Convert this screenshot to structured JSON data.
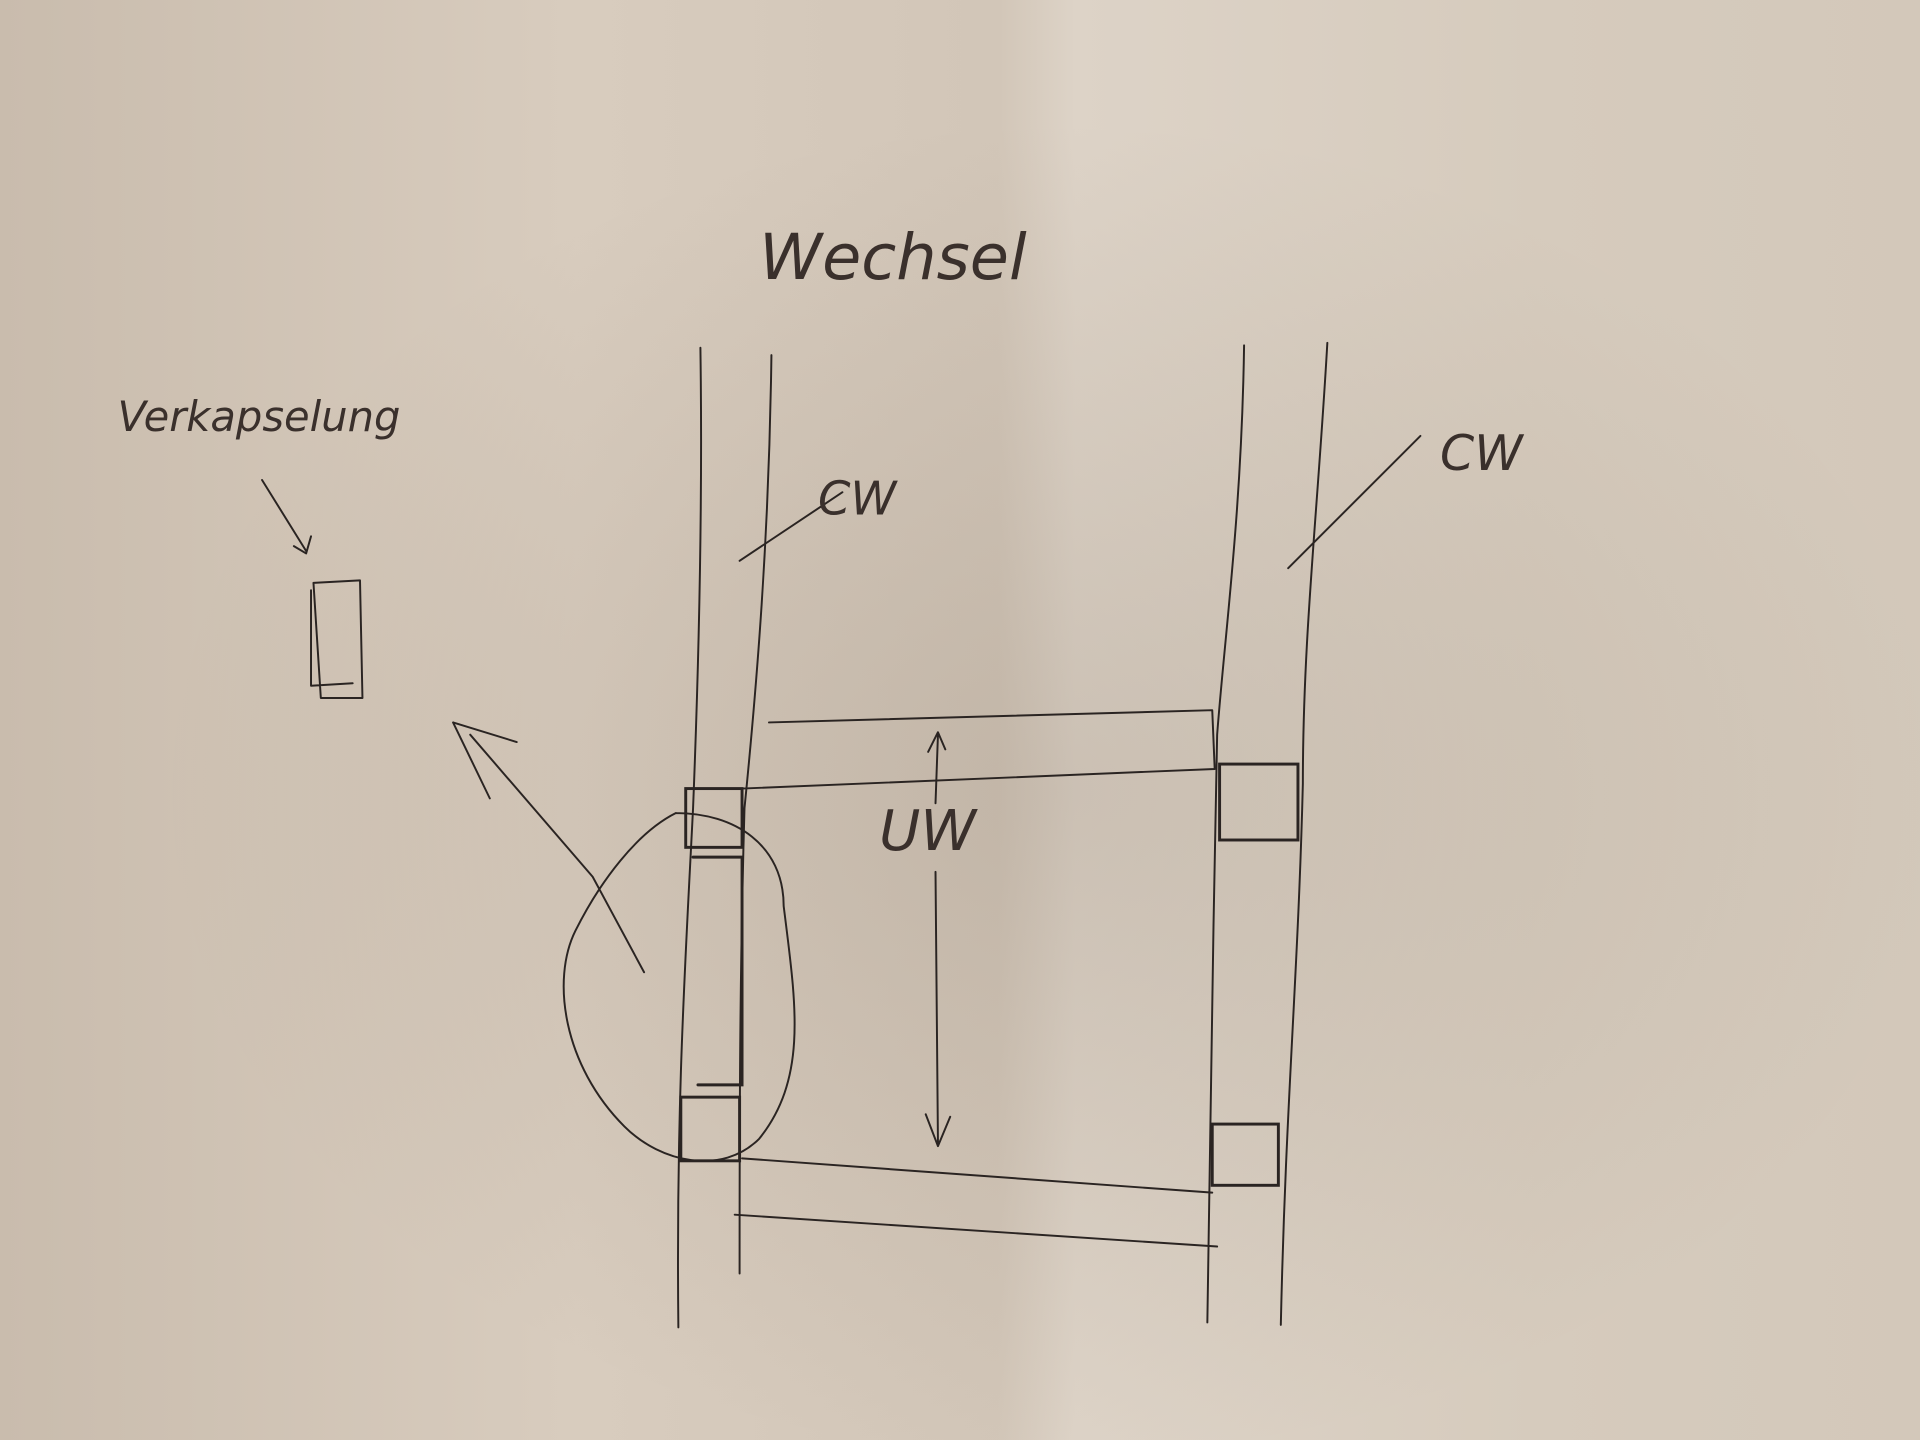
{
  "sketch": {
    "title": "Wechsel",
    "enclosure_label": "Verkapselung",
    "left_stud_label": "CW",
    "right_stud_label": "CW",
    "track_label": "UW"
  }
}
